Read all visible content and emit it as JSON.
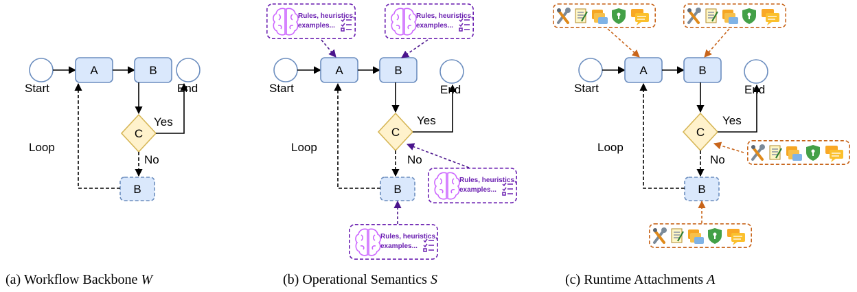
{
  "panels": [
    {
      "caption": "(a) Workflow Backbone",
      "caption_var": "W",
      "nodes": {
        "a": "A",
        "b": "B",
        "c": "C",
        "b2": "B"
      },
      "labels": {
        "start": "Start",
        "end": "End",
        "yes": "Yes",
        "no": "No",
        "loop": "Loop"
      }
    },
    {
      "caption": "(b) Operational Semantics",
      "caption_var": "S",
      "nodes": {
        "a": "A",
        "b": "B",
        "c": "C",
        "b2": "B"
      },
      "labels": {
        "start": "Start",
        "end": "End",
        "yes": "Yes",
        "no": "No",
        "loop": "Loop"
      },
      "semantic_card": {
        "line1": "Rules, heuristics,",
        "line2": "examples...",
        "icons": [
          "brain-icon",
          "checklist-icon"
        ]
      }
    },
    {
      "caption": "(c) Runtime Attachments",
      "caption_var": "A",
      "nodes": {
        "a": "A",
        "b": "B",
        "c": "C",
        "b2": "B"
      },
      "labels": {
        "start": "Start",
        "end": "End",
        "yes": "Yes",
        "no": "No",
        "loop": "Loop"
      },
      "attachment_icons": [
        "tools-icon",
        "notes-icon",
        "database-icon",
        "shield-icon",
        "chat-icon"
      ]
    }
  ],
  "colors": {
    "node_fill": "#dae8fc",
    "node_stroke": "#6c8ebf",
    "decision_fill": "#fff2cc",
    "decision_stroke": "#d6b656",
    "semantic_accent": "#6a1fb0",
    "attachment_accent": "#c8651b"
  }
}
